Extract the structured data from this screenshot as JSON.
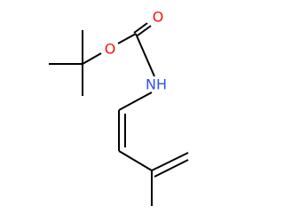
{
  "molecule": {
    "atoms": {
      "O_carbonyl": {
        "label": "O",
        "color": "#ff0d0d"
      },
      "O_ester": {
        "label": "O",
        "color": "#ff0d0d"
      },
      "N_amide": {
        "label": "NH",
        "color": "#3050f8"
      }
    }
  }
}
